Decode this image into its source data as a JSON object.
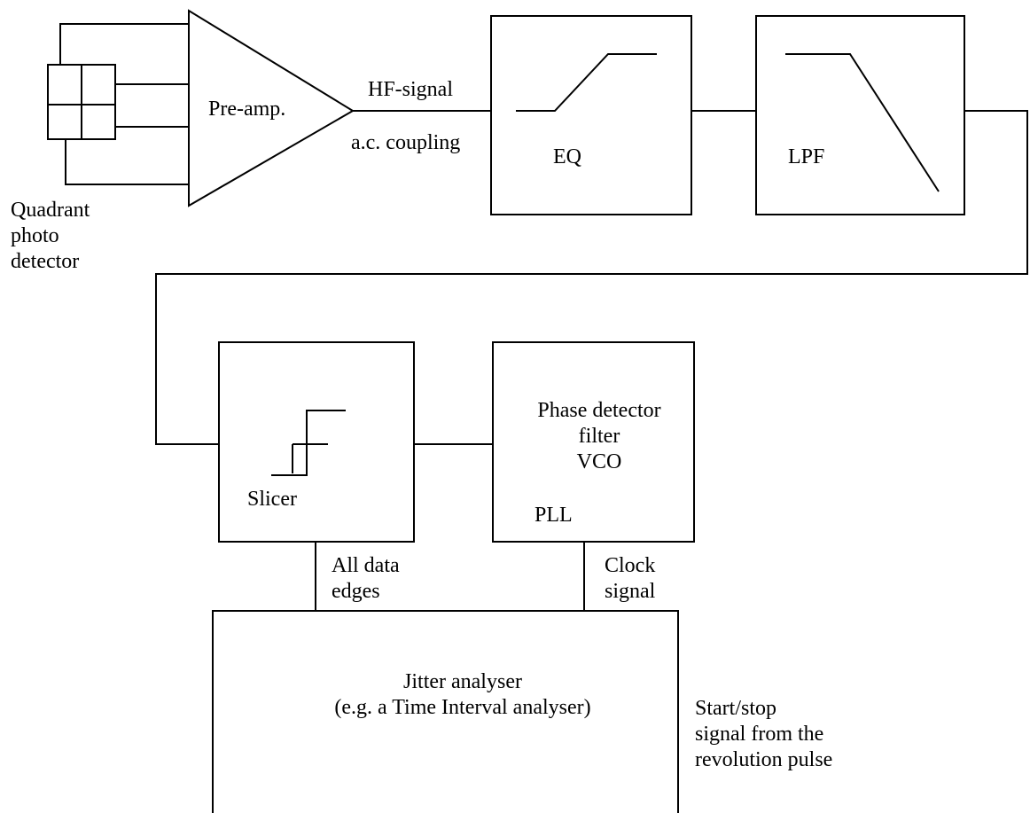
{
  "detector": {
    "label_lines": [
      "Quadrant",
      "photo",
      "detector"
    ]
  },
  "preamp": {
    "label": "Pre-amp."
  },
  "signal_labels": {
    "hf_signal": "HF-signal",
    "ac_coupling": "a.c. coupling"
  },
  "eq": {
    "label": "EQ"
  },
  "lpf": {
    "label": "LPF"
  },
  "slicer": {
    "label": "Slicer"
  },
  "pll": {
    "function_lines": [
      "Phase detector",
      "filter",
      "VCO"
    ],
    "label": "PLL"
  },
  "connections": {
    "data_edges_lines": [
      "All data",
      "edges"
    ],
    "clock_signal_lines": [
      "Clock",
      "signal"
    ]
  },
  "jitter_analyser": {
    "title": "Jitter analyser",
    "subtitle": "(e.g. a Time Interval analyser)"
  },
  "start_stop": {
    "lines": [
      "Start/stop",
      "signal from the",
      "revolution pulse"
    ]
  }
}
